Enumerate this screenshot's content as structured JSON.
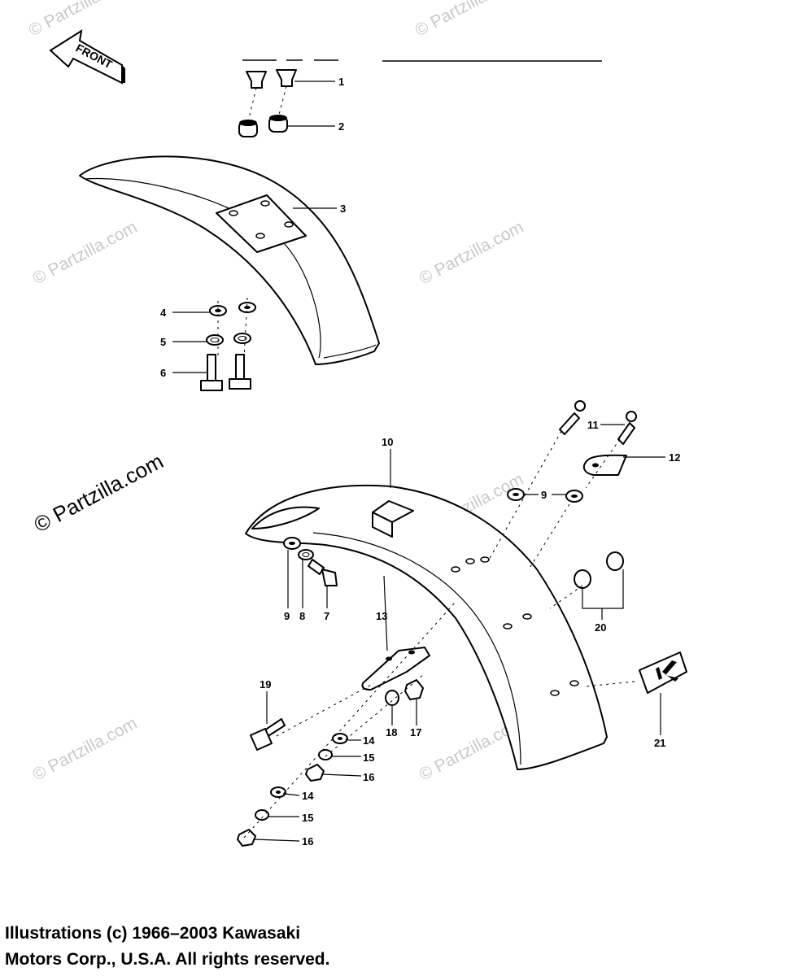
{
  "front_arrow": {
    "label": "FRONT"
  },
  "watermarks": {
    "light": "© Partzilla.com",
    "dark": "© Partzilla.com"
  },
  "callouts": {
    "c1": "1",
    "c2": "2",
    "c3": "3",
    "c4": "4",
    "c5": "5",
    "c6": "6",
    "c7": "7",
    "c8": "8",
    "c9a": "9",
    "c9b": "9",
    "c10": "10",
    "c11": "11",
    "c12": "12",
    "c13": "13",
    "c14a": "14",
    "c14b": "14",
    "c15a": "15",
    "c15b": "15",
    "c16a": "16",
    "c16b": "16",
    "c17": "17",
    "c18": "18",
    "c19": "19",
    "c20": "20",
    "c21": "21"
  },
  "copyright": {
    "line1": "Illustrations (c) 1966–2003 Kawasaki",
    "line2": "Motors Corp., U.S.A.  All rights reserved."
  }
}
